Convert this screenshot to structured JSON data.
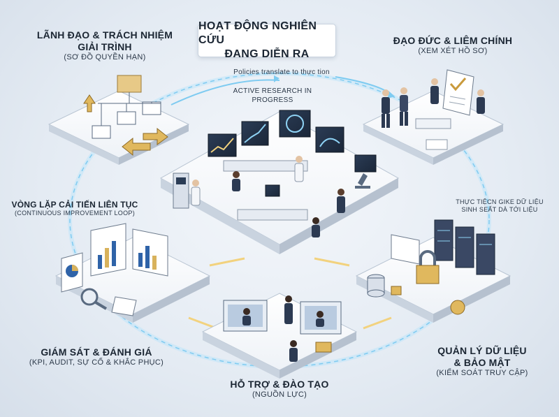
{
  "title": {
    "line1": "HOẠT ĐỘNG NGHIÊN CỨU",
    "line2": "ĐANG DIỄN RA"
  },
  "center": {
    "caption_top": "Policies translate to thực tion",
    "caption_1": "ACTIVE RESEARCH IN",
    "caption_2": "PROGRESS"
  },
  "nodes": {
    "leadership": {
      "title_1": "LÃNH ĐẠO & TRÁCH NHIỆM",
      "title_2": "GIẢI TRÌNH",
      "sub": "(SƠ ĐỒ QUYỀN HẠN)"
    },
    "ethics": {
      "title": "ĐẠO ĐỨC & LIÊM CHÍNH",
      "sub": "(XEM XÉT HỒ SƠ)"
    },
    "improvement": {
      "title": "VÒNG LẶP CẢI TIẾN LIÊN TỤC",
      "sub": "(CONTINUOUS IMPROVEMENT LOOP)"
    },
    "data_practice": {
      "line1": "THỰC TIỆCN GIKE DỮ LIỆU",
      "line2": "SINH SEẤT DÀ TỚI LIỆU"
    },
    "monitoring": {
      "title": "GIÁM SÁT & ĐÁNH GIÁ",
      "sub": "(KPI, AUDIT, SỰ CỐ & KHẮC PHỤC)"
    },
    "data_security": {
      "title_1": "QUẢN LÝ DỮ LIỆU",
      "title_2": "& BẢO MẬT",
      "sub": "(KIỂM SOÁT TRUY CẬP)"
    },
    "training": {
      "title": "HỖ TRỢ & ĐÀO TẠO",
      "sub": "(NGUỒN LỰC)"
    }
  },
  "colors": {
    "platform_top": "#f7f9fc",
    "platform_side": "#c8d2de",
    "accent_blue": "#2f63a8",
    "accent_gold": "#d8b25c",
    "flow_cyan": "#8fd3f5",
    "flow_gold": "#f2d27e",
    "suit": "#2c3a52",
    "screen": "#253449"
  },
  "icons": [
    "org-chart-icon",
    "arrow-icon",
    "document-check-icon",
    "bar-chart-icon",
    "magnifier-icon",
    "server-rack-icon",
    "padlock-icon",
    "database-icon",
    "monitor-icon",
    "microscope-icon"
  ]
}
